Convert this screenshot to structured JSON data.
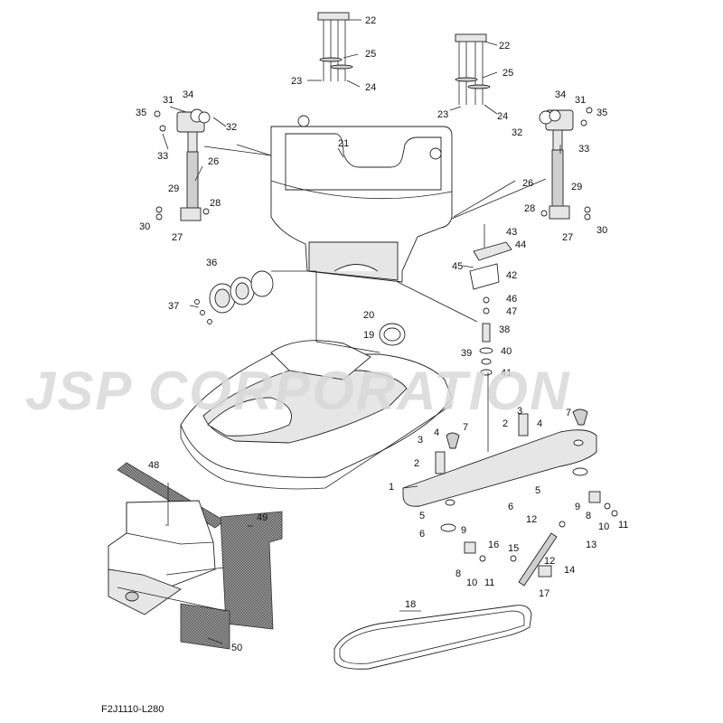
{
  "diagram": {
    "watermark": "JSP CORPORATION",
    "footer_code": "F2J1110-L280",
    "callouts": [
      {
        "key": "c22a",
        "text": "22"
      },
      {
        "key": "c25a",
        "text": "25"
      },
      {
        "key": "c23a",
        "text": "23"
      },
      {
        "key": "c24a",
        "text": "24"
      },
      {
        "key": "c22b",
        "text": "22"
      },
      {
        "key": "c25b",
        "text": "25"
      },
      {
        "key": "c23b",
        "text": "23"
      },
      {
        "key": "c24b",
        "text": "24"
      },
      {
        "key": "c34a",
        "text": "34"
      },
      {
        "key": "c31a",
        "text": "31"
      },
      {
        "key": "c35a",
        "text": "35"
      },
      {
        "key": "c32a",
        "text": "32"
      },
      {
        "key": "c33a",
        "text": "33"
      },
      {
        "key": "c26a",
        "text": "26"
      },
      {
        "key": "c29a",
        "text": "29"
      },
      {
        "key": "c28a",
        "text": "28"
      },
      {
        "key": "c30a",
        "text": "30"
      },
      {
        "key": "c27a",
        "text": "27"
      },
      {
        "key": "c21",
        "text": "21"
      },
      {
        "key": "c34b",
        "text": "34"
      },
      {
        "key": "c31b",
        "text": "31"
      },
      {
        "key": "c35b",
        "text": "35"
      },
      {
        "key": "c32b",
        "text": "32"
      },
      {
        "key": "c33b",
        "text": "33"
      },
      {
        "key": "c26b",
        "text": "26"
      },
      {
        "key": "c29b",
        "text": "29"
      },
      {
        "key": "c28b",
        "text": "28"
      },
      {
        "key": "c30b",
        "text": "30"
      },
      {
        "key": "c27b",
        "text": "27"
      },
      {
        "key": "c43",
        "text": "43"
      },
      {
        "key": "c44",
        "text": "44"
      },
      {
        "key": "c45",
        "text": "45"
      },
      {
        "key": "c42",
        "text": "42"
      },
      {
        "key": "c46",
        "text": "46"
      },
      {
        "key": "c47",
        "text": "47"
      },
      {
        "key": "c36",
        "text": "36"
      },
      {
        "key": "c37",
        "text": "37"
      },
      {
        "key": "c20",
        "text": "20"
      },
      {
        "key": "c19",
        "text": "19"
      },
      {
        "key": "c38",
        "text": "38"
      },
      {
        "key": "c39",
        "text": "39"
      },
      {
        "key": "c40",
        "text": "40"
      },
      {
        "key": "c41",
        "text": "41"
      },
      {
        "key": "c3a",
        "text": "3"
      },
      {
        "key": "c4a",
        "text": "4"
      },
      {
        "key": "c7a",
        "text": "7"
      },
      {
        "key": "c2a",
        "text": "2"
      },
      {
        "key": "c3b",
        "text": "3"
      },
      {
        "key": "c2b",
        "text": "2"
      },
      {
        "key": "c4b",
        "text": "4"
      },
      {
        "key": "c7b",
        "text": "7"
      },
      {
        "key": "c1",
        "text": "1"
      },
      {
        "key": "c5a",
        "text": "5"
      },
      {
        "key": "c6a",
        "text": "6"
      },
      {
        "key": "c9a",
        "text": "9"
      },
      {
        "key": "c8a",
        "text": "8"
      },
      {
        "key": "c10a",
        "text": "10"
      },
      {
        "key": "c11a",
        "text": "11"
      },
      {
        "key": "c5b",
        "text": "5"
      },
      {
        "key": "c6b",
        "text": "6"
      },
      {
        "key": "c9b",
        "text": "9"
      },
      {
        "key": "c8b",
        "text": "8"
      },
      {
        "key": "c10b",
        "text": "10"
      },
      {
        "key": "c11b",
        "text": "11"
      },
      {
        "key": "c12a",
        "text": "12"
      },
      {
        "key": "c13",
        "text": "13"
      },
      {
        "key": "c16",
        "text": "16"
      },
      {
        "key": "c15",
        "text": "15"
      },
      {
        "key": "c12b",
        "text": "12"
      },
      {
        "key": "c14",
        "text": "14"
      },
      {
        "key": "c17",
        "text": "17"
      },
      {
        "key": "c48",
        "text": "48"
      },
      {
        "key": "c49",
        "text": "49"
      },
      {
        "key": "c50",
        "text": "50"
      },
      {
        "key": "c18",
        "text": "18"
      }
    ]
  }
}
